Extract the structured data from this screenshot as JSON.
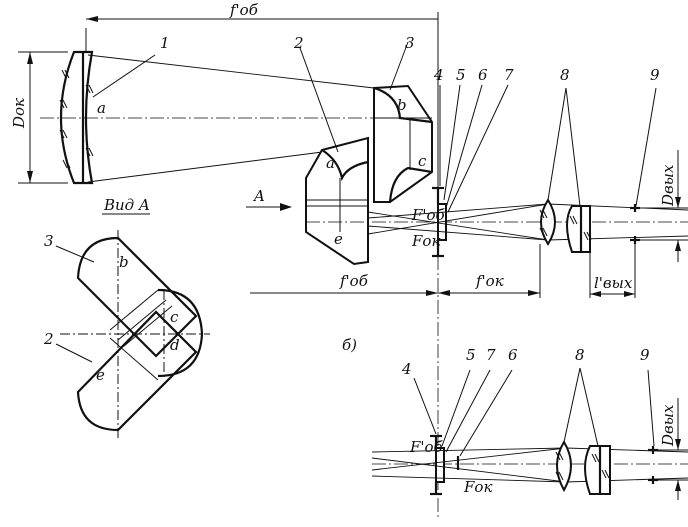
{
  "labels": {
    "f_ob_top": "f'об",
    "d_ok": "Dок",
    "d_vyh_a": "Dвых",
    "d_vyh_b": "Dвых",
    "f_ob_focus_a": "F'об",
    "f_ok_focus_a": "Fок",
    "f_ob_focus_b": "F'об",
    "f_ok_focus_b": "Fок",
    "arrow_a": "A",
    "vid_a": "Вид A",
    "f_ob_dim": "f'об",
    "f_ok_dim": "f'ок",
    "l_vyh": "l'вых",
    "sub_b": "б)"
  },
  "numbers": {
    "n1": "1",
    "n2": "2",
    "n3": "3",
    "n4": "4",
    "n5": "5",
    "n6": "6",
    "n7": "7",
    "n8": "8",
    "n9": "9",
    "v3": "3",
    "v2": "2",
    "b4": "4",
    "b5": "5",
    "b7": "7",
    "b6": "6",
    "b8": "8",
    "b9": "9"
  },
  "faces": {
    "a1": "a",
    "b1": "b",
    "a2": "a",
    "c1": "c",
    "e1": "e",
    "vb": "b",
    "vc": "c",
    "vd": "d",
    "ve": "e"
  }
}
